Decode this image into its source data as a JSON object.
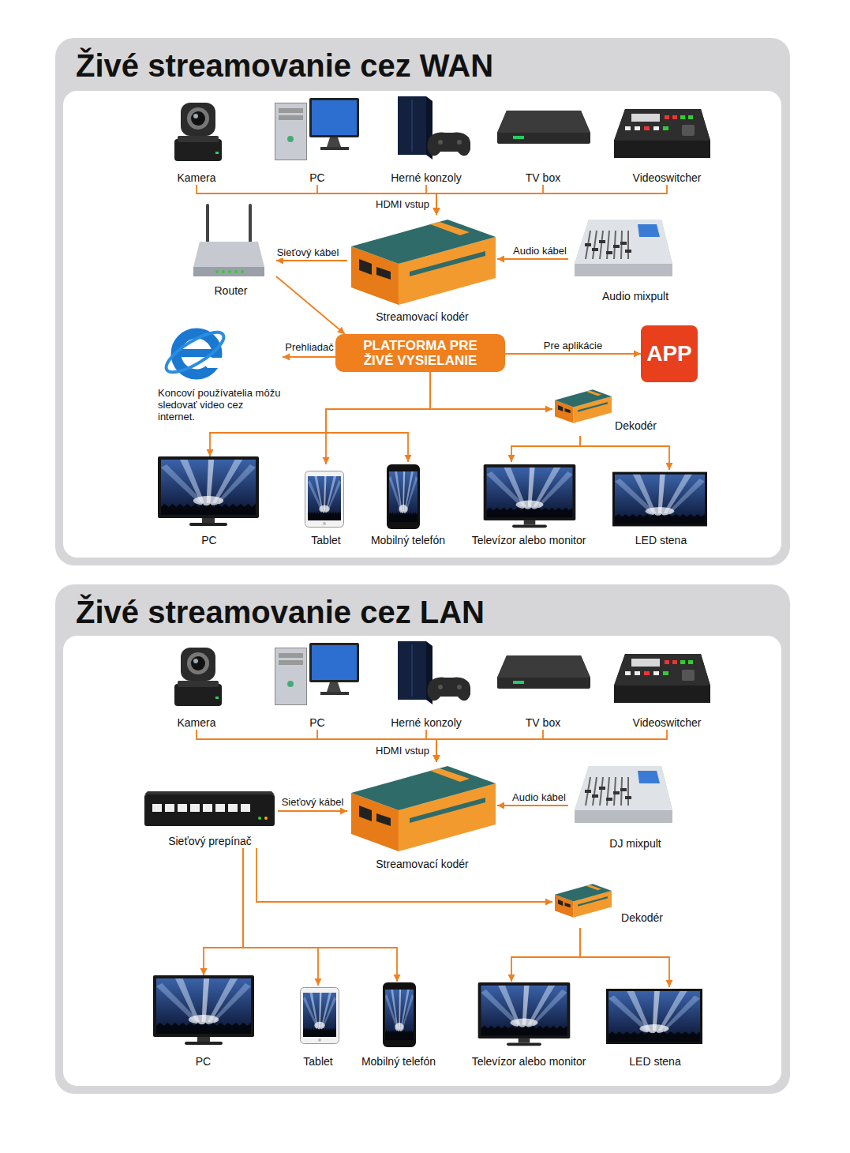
{
  "diagram": {
    "nodes": [
      {
        "text": [
          "Živé streamovanie cez WAN"
        ]
      },
      {
        "text": [
          "Kamera"
        ],
        "in": 0
      },
      {
        "text": [
          "PC"
        ],
        "in": 0
      },
      {
        "text": [
          "Herné konzoly"
        ],
        "in": 0
      },
      {
        "text": [
          "TV box"
        ],
        "in": 0
      },
      {
        "text": [
          "Videoswitcher"
        ],
        "in": 0
      },
      {
        "text": [
          "Router"
        ],
        "in": 0
      },
      {
        "text": [
          "Streamovací kodér"
        ],
        "in": 0
      },
      {
        "text": [
          "Audio mixpult"
        ],
        "in": 0
      },
      {
        "text": [
          "Koncoví používatelia môžu sledovať video cez internet."
        ],
        "in": 0
      },
      {
        "text": [
          "PLATFORMA PRE ŽIVÉ VYSIELANIE"
        ],
        "in": 0
      },
      {
        "text": [
          "APP"
        ],
        "in": 0
      },
      {
        "text": [
          "Dekodér"
        ],
        "in": 0
      },
      {
        "text": [
          "PC"
        ],
        "in": 0
      },
      {
        "text": [
          "Tablet"
        ],
        "in": 0
      },
      {
        "text": [
          "Mobilný telefón"
        ],
        "in": 0
      },
      {
        "text": [
          "Televízor alebo monitor"
        ],
        "in": 0
      },
      {
        "text": [
          "LED stena"
        ],
        "in": 0
      },
      {
        "text": [
          "Živé streamovanie cez LAN"
        ]
      },
      {
        "text": [
          "Kamera"
        ],
        "in": 18
      },
      {
        "text": [
          "PC"
        ],
        "in": 18
      },
      {
        "text": [
          "Herné konzoly"
        ],
        "in": 18
      },
      {
        "text": [
          "TV box"
        ],
        "in": 18
      },
      {
        "text": [
          "Videoswitcher"
        ],
        "in": 18
      },
      {
        "text": [
          "Sieťový prepínač"
        ],
        "in": 18
      },
      {
        "text": [
          "Streamovací kodér"
        ],
        "in": 18
      },
      {
        "text": [
          "DJ mixpult"
        ],
        "in": 18
      },
      {
        "text": [
          "Dekodér"
        ],
        "in": 18
      },
      {
        "text": [
          "PC"
        ],
        "in": 18
      },
      {
        "text": [
          "Tablet"
        ],
        "in": 18
      },
      {
        "text": [
          "Mobilný telefón"
        ],
        "in": 18
      },
      {
        "text": [
          "Televízor alebo monitor"
        ],
        "in": 18
      },
      {
        "text": [
          "LED stena"
        ],
        "in": 18
      }
    ],
    "edges": [
      {
        "from": 1,
        "to": 7,
        "arrow": "to"
      },
      {
        "from": 2,
        "to": 7,
        "arrow": "to"
      },
      {
        "from": 3,
        "to": 7,
        "label": "HDMI vstup",
        "arrow": "to"
      },
      {
        "from": 4,
        "to": 7,
        "arrow": "to"
      },
      {
        "from": 5,
        "to": 7,
        "arrow": "to"
      },
      {
        "from": 7,
        "to": 6,
        "label": "Sieťový kábel",
        "arrow": "to"
      },
      {
        "from": 8,
        "to": 7,
        "label": "Audio kábel",
        "arrow": "to"
      },
      {
        "from": 6,
        "to": 10,
        "arrow": "to"
      },
      {
        "from": 10,
        "to": 9,
        "label": "Prehliadač",
        "arrow": "to"
      },
      {
        "from": 10,
        "to": 11,
        "label": "Pre aplikácie",
        "arrow": "to"
      },
      {
        "from": 10,
        "to": 12,
        "arrow": "to"
      },
      {
        "from": 10,
        "to": 13,
        "arrow": "to"
      },
      {
        "from": 10,
        "to": 14,
        "arrow": "to"
      },
      {
        "from": 10,
        "to": 15,
        "arrow": "to"
      },
      {
        "from": 12,
        "to": 16,
        "arrow": "to"
      },
      {
        "from": 12,
        "to": 17,
        "arrow": "to"
      },
      {
        "from": 19,
        "to": 25,
        "arrow": "to"
      },
      {
        "from": 20,
        "to": 25,
        "arrow": "to"
      },
      {
        "from": 21,
        "to": 25,
        "label": "HDMI vstup",
        "arrow": "to"
      },
      {
        "from": 22,
        "to": 25,
        "arrow": "to"
      },
      {
        "from": 23,
        "to": 25,
        "arrow": "to"
      },
      {
        "from": 24,
        "to": 25,
        "label": "Sieťový kábel",
        "arrow": "to"
      },
      {
        "from": 26,
        "to": 25,
        "label": "Audio kábel",
        "arrow": "to"
      },
      {
        "from": 24,
        "to": 27,
        "arrow": "to"
      },
      {
        "from": 24,
        "to": 28,
        "arrow": "to"
      },
      {
        "from": 24,
        "to": 29,
        "arrow": "to"
      },
      {
        "from": 24,
        "to": 30,
        "arrow": "to"
      },
      {
        "from": 27,
        "to": 31,
        "arrow": "to"
      },
      {
        "from": 27,
        "to": 32,
        "arrow": "to"
      }
    ]
  }
}
